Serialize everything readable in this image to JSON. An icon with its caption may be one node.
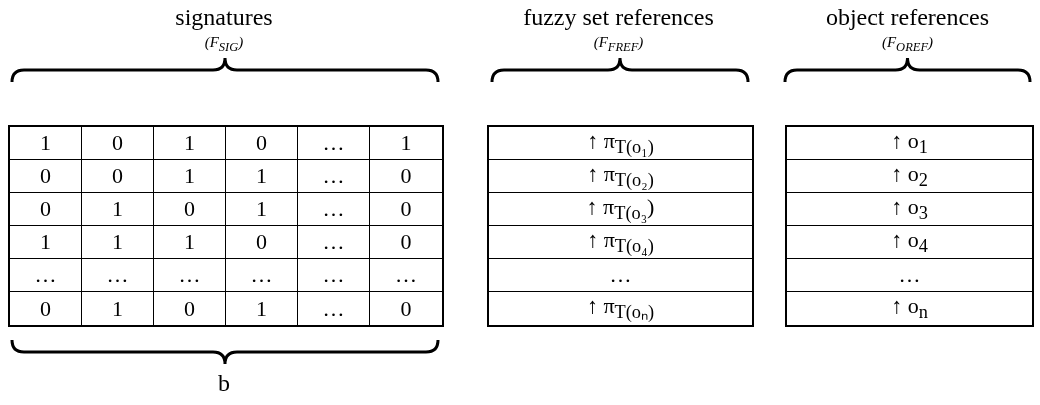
{
  "diagram": {
    "labels": [
      "signatures",
      "fuzzy set references",
      "object references",
      "(F$_{SIG}$)",
      "(F$_{FREF}$)",
      "(F$_{OREF}$)",
      "1",
      "0",
      "1",
      "0",
      "…",
      "1",
      "↑ π$_{T(o₁)}$",
      "↑ o$_{1}$",
      "0",
      "0",
      "1",
      "1",
      "…",
      "0",
      "↑ π$_{T(o₂)}$",
      "↑ o$_{2}$",
      "0",
      "1",
      "0",
      "1",
      "…",
      "0",
      "↑ π$_{T(o₃}$)",
      "↑ o$_{3}$",
      "1",
      "1",
      "1",
      "0",
      "…",
      "0",
      "↑ π$_{T(o₄)}$",
      "↑ o$_{4}$",
      "…",
      "…",
      "…",
      "…",
      "…",
      "…",
      "…",
      "…",
      "0",
      "1",
      "0",
      "1",
      "…",
      "0",
      "↑ π$_{T(oₙ)}$",
      "↑ o$_{n}$",
      "b"
    ]
  }
}
